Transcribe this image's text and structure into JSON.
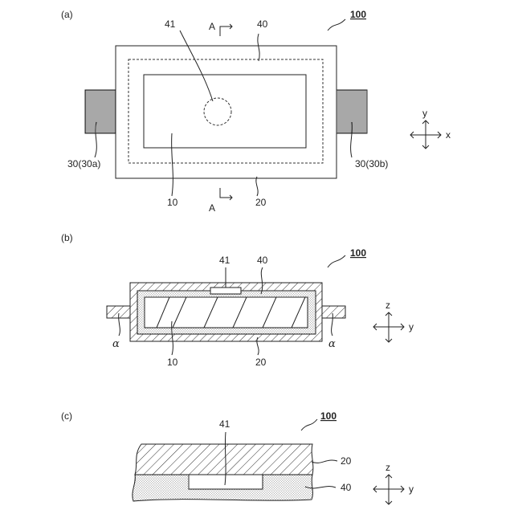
{
  "panels": {
    "a": {
      "label": "(a)",
      "ref_main": "100",
      "section_label_top": "A",
      "section_label_bottom": "A",
      "ref_hole": "41",
      "ref_inner_layer": "40",
      "ref_element": "10",
      "ref_outer_layer": "20",
      "ref_terminal_left": "30(30a)",
      "ref_terminal_right": "30(30b)",
      "axis_up": "y",
      "axis_right": "x"
    },
    "b": {
      "label": "(b)",
      "ref_main": "100",
      "ref_hole": "41",
      "ref_inner_layer": "40",
      "ref_element": "10",
      "ref_outer_layer": "20",
      "alpha_left": "α",
      "alpha_right": "α",
      "axis_up": "z",
      "axis_right": "y"
    },
    "c": {
      "label": "(c)",
      "ref_main": "100",
      "ref_hole": "41",
      "ref_outer_layer": "20",
      "ref_inner_layer": "40",
      "axis_up": "z",
      "axis_right": "y"
    }
  }
}
